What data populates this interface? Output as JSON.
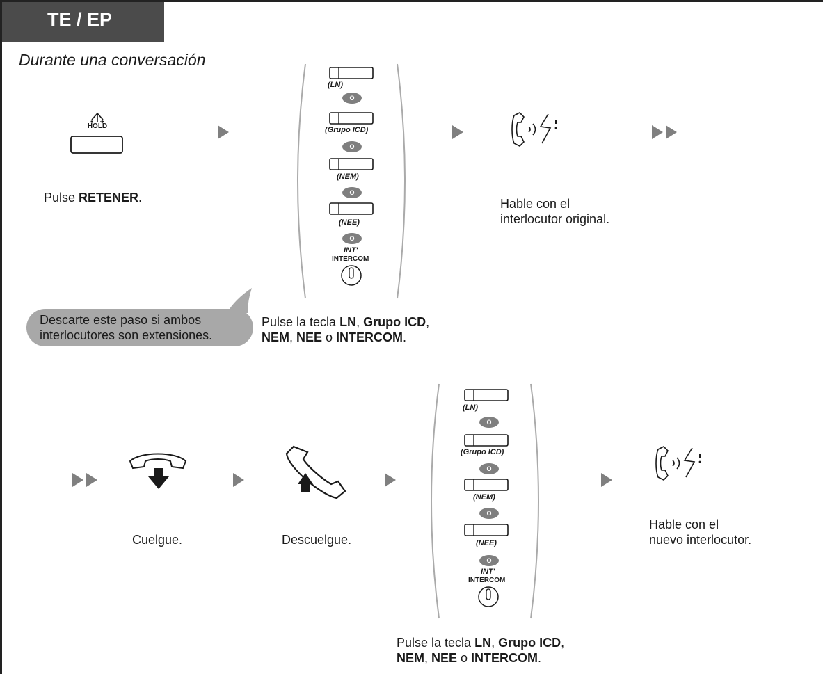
{
  "header": {
    "tab_label": "TE / EP",
    "subtitle": "Durante una conversación"
  },
  "step1": {
    "hold_label": "HOLD",
    "instruction_prefix": "Pulse ",
    "instruction_key": "RETENER",
    "instruction_suffix": "."
  },
  "keys_group": {
    "labels": [
      "(LN)",
      "(Grupo ICD)",
      "(NEM)",
      "(NEE)"
    ],
    "or_label": "O",
    "int_label": "INT'",
    "intercom_label": "INTERCOM"
  },
  "instr_keys": {
    "prefix": "Pulse la tecla ",
    "k1": "LN",
    "sep1": ", ",
    "k2": "Grupo ICD",
    "sep2": ",",
    "k3": "NEM",
    "sep3": ", ",
    "k4": "NEE",
    "sep4": " o ",
    "k5": "INTERCOM",
    "end": "."
  },
  "talk_original": {
    "line1": "Hable con el",
    "line2": "interlocutor original."
  },
  "bubble": {
    "line1": "Descarte este paso si ambos",
    "line2": "interlocutores son extensiones."
  },
  "step_hangup": {
    "label": "Cuelgue."
  },
  "step_offhook": {
    "label": "Descuelgue."
  },
  "talk_new": {
    "line1": "Hable con el",
    "line2": "nuevo interlocutor."
  },
  "colors": {
    "header_bg": "#4b4b4b",
    "arrow": "#808080",
    "bubble": "#a8a8a8",
    "key_oval": "#7f7f7f"
  }
}
